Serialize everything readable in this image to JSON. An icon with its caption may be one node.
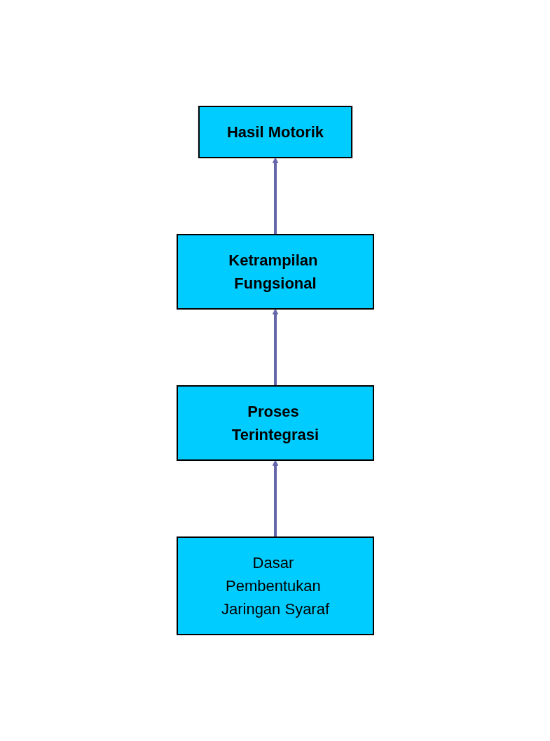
{
  "diagram": {
    "nodes": [
      {
        "text": [
          "Hasil Motorik"
        ]
      },
      {
        "text": [
          "Ketrampilan Fungsional"
        ]
      },
      {
        "text": [
          "Proses Terintegrasi"
        ]
      },
      {
        "text": [
          "Dasar Pembentukan Jaringan Syaraf"
        ]
      }
    ],
    "edges": [
      {
        "from": 3,
        "to": 2,
        "arrow": "to"
      },
      {
        "from": 2,
        "to": 1,
        "arrow": "to"
      },
      {
        "from": 1,
        "to": 0,
        "arrow": "to"
      }
    ]
  }
}
